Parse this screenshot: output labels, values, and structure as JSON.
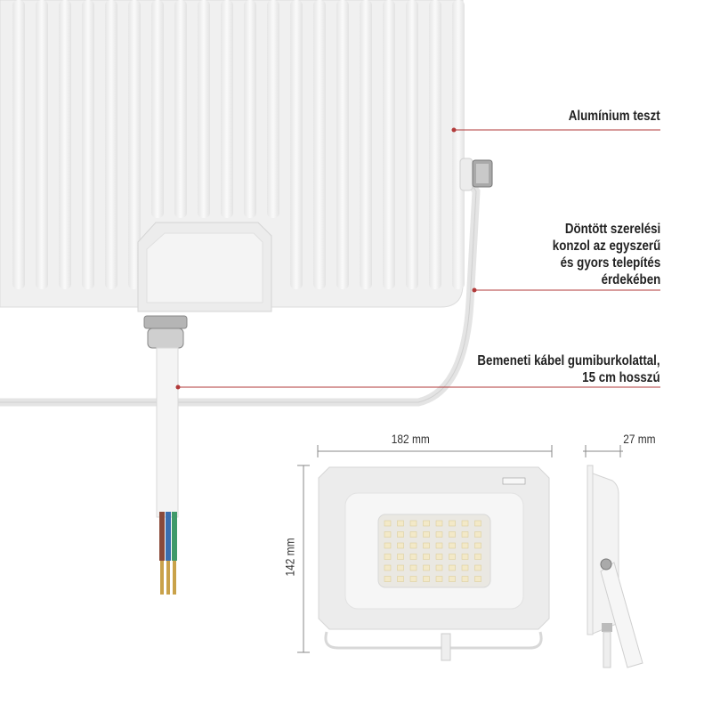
{
  "callouts": [
    {
      "text": "Alumínium teszt"
    },
    {
      "text": "Döntött szerelési\nkonzol az egyszerű\nés gyors telepítés\nérdekében"
    },
    {
      "text": "Bemeneti kábel gumiburkolattal,\n15 cm hosszú"
    }
  ],
  "dimensions": {
    "width": "182 mm",
    "depth": "27 mm",
    "height": "142 mm"
  },
  "colors": {
    "callout_line": "#b23a3a",
    "housing": "#f1f1f1",
    "led": "#f3e9c8"
  },
  "wire_colors": [
    "#8a4a3a",
    "#3a6fb0",
    "#3f9a6a"
  ]
}
